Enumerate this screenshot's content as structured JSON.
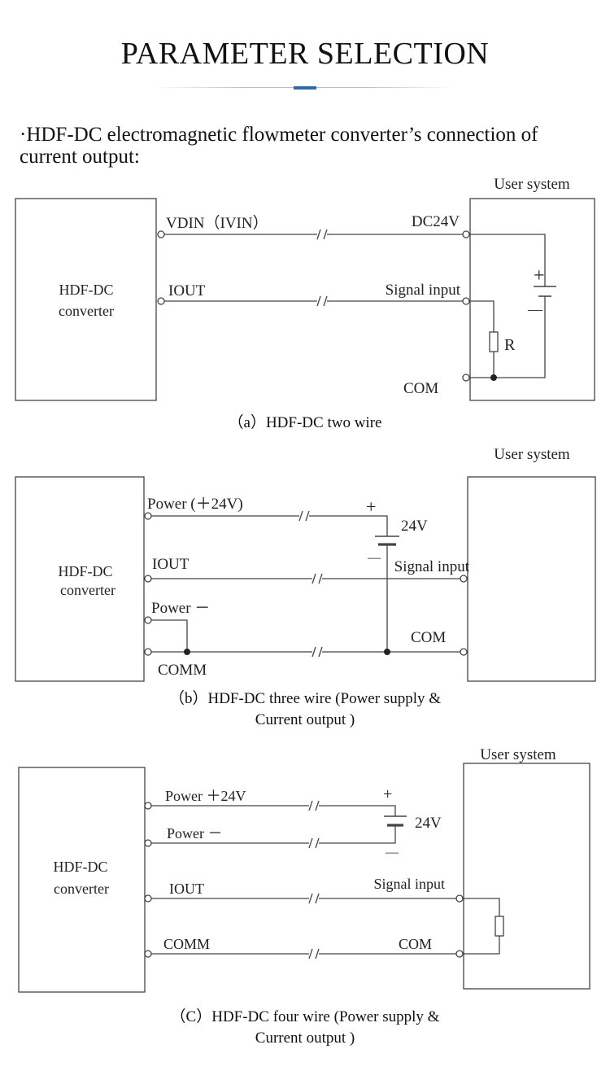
{
  "header": {
    "title": "PARAMETER SELECTION",
    "intro": "·HDF-DC electromagnetic flowmeter converter’s connection of current output:"
  },
  "colors": {
    "accent": "#2d6cb0",
    "line": "#444444"
  },
  "diagram_a": {
    "converter": [
      "HDF-DC",
      "converter"
    ],
    "user": "User system",
    "vdin": "VDIN（IVIN）",
    "dc24v": "DC24V",
    "iout": "IOUT",
    "signal": "Signal input",
    "plus": "+",
    "minus": "—",
    "r": "R",
    "com": "COM",
    "caption": "（a）HDF-DC two wire"
  },
  "diagram_b": {
    "converter": [
      "HDF-DC",
      "converter"
    ],
    "user": "User system",
    "power_plus": "Power (＋24V)",
    "plus": "+",
    "v24": "24V",
    "minus": "—",
    "iout": "IOUT",
    "signal": "Signal input",
    "power_minus": "Power －",
    "com": "COM",
    "comm": "COMM",
    "caption_1": "（b）HDF-DC three wire (Power supply &",
    "caption_2": "Current output )"
  },
  "diagram_c": {
    "converter": [
      "HDF-DC",
      "converter"
    ],
    "user": "User system",
    "power_plus": "Power ＋24V",
    "plus": "+",
    "v24": "24V",
    "power_minus": "Power －",
    "minus": "—",
    "iout": "IOUT",
    "signal": "Signal input",
    "comm": "COMM",
    "com": "COM",
    "caption_1": "（C）HDF-DC four wire (Power supply &",
    "caption_2": "Current output )"
  }
}
